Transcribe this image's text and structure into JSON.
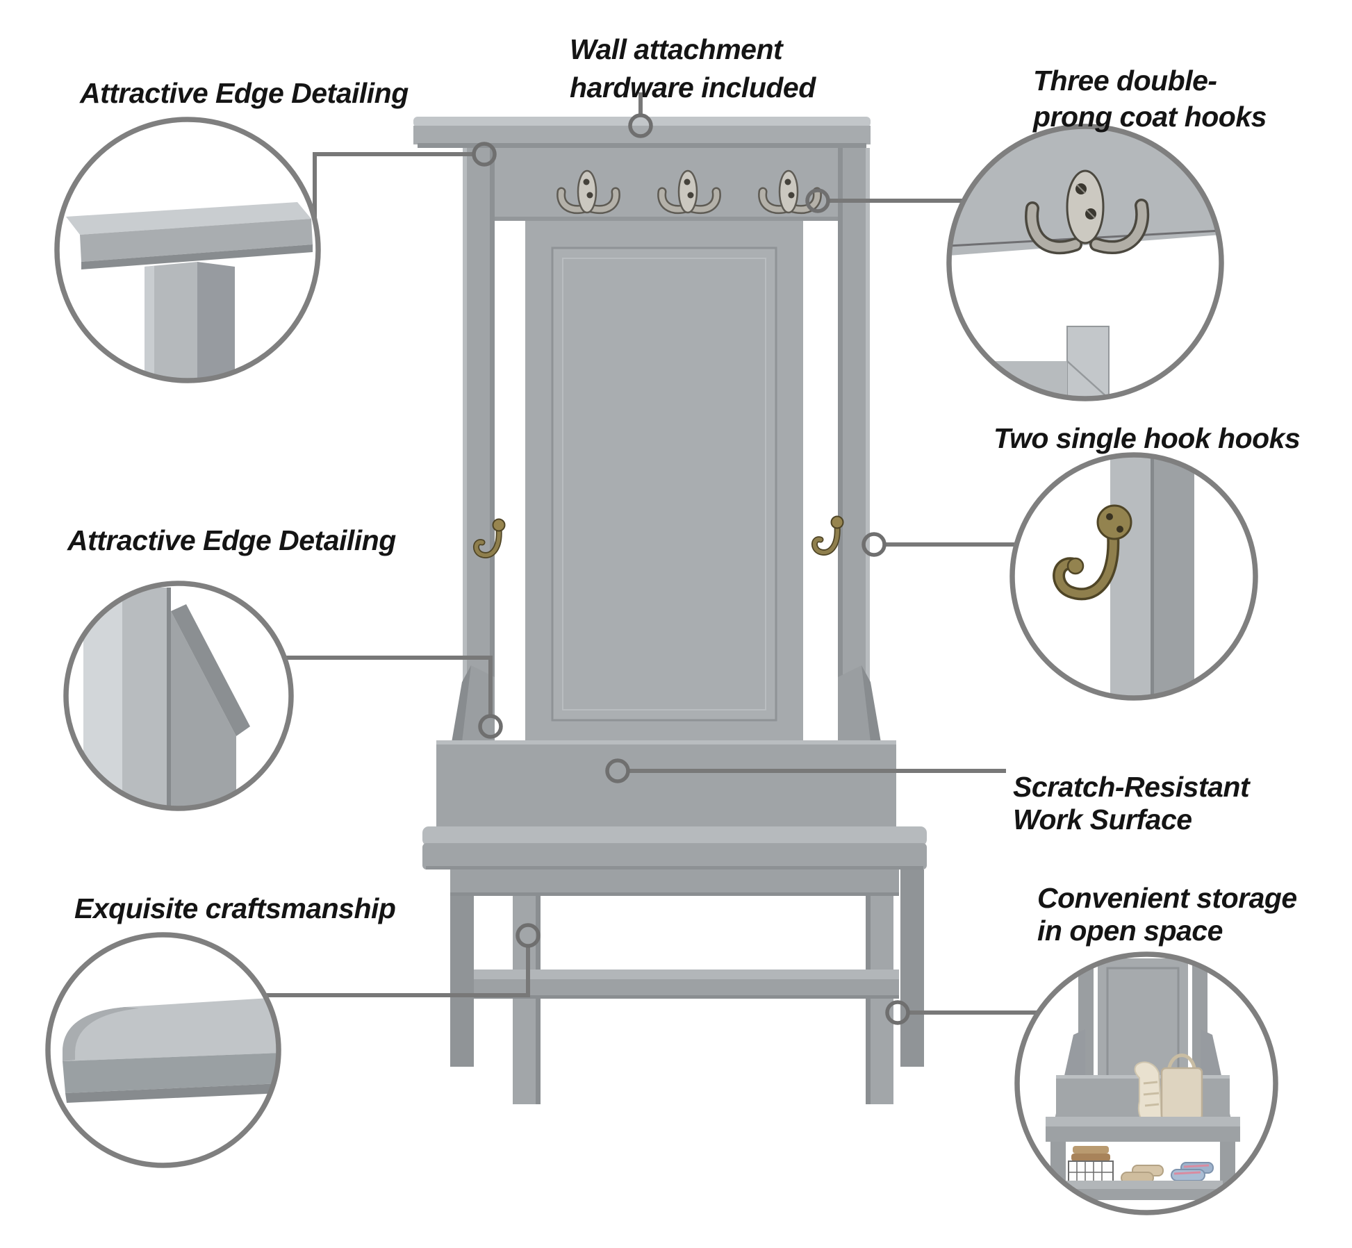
{
  "figure": {
    "type": "product-feature-diagram",
    "subject": "Gray hall tree with coat hooks and storage bench",
    "background": "#ffffff"
  },
  "palette": {
    "text": "#141414",
    "connector_line": "#787878",
    "callout_ring": "#7f7f7f",
    "furniture_gray": "#a2a6a9",
    "furniture_light": "#bcc0c3",
    "furniture_dark": "#8d9194",
    "nickel_hook": "#c7c4bc",
    "brass_hook": "#8f7f4d",
    "bag_beige": "#ded4c0",
    "towel_brown": "#a8835a",
    "shoe_blue": "#9fb3cc"
  },
  "callouts": [
    {
      "position": "top-left",
      "lines": [
        "Attractive Edge Detailing"
      ]
    },
    {
      "position": "top-center",
      "lines": [
        "Wall attachment",
        "hardware included"
      ]
    },
    {
      "position": "top-right",
      "lines": [
        "Three double-",
        "prong coat hooks"
      ]
    },
    {
      "position": "middle-right",
      "lines": [
        "Two single hook hooks"
      ]
    },
    {
      "position": "middle-left",
      "lines": [
        "Attractive Edge Detailing"
      ]
    },
    {
      "position": "right-lower",
      "lines": [
        "Scratch-Resistant",
        "Work Surface"
      ]
    },
    {
      "position": "bottom-left",
      "lines": [
        "Exquisite craftsmanship"
      ]
    },
    {
      "position": "bottom-right",
      "lines": [
        "Convenient storage",
        "in open space"
      ]
    }
  ]
}
